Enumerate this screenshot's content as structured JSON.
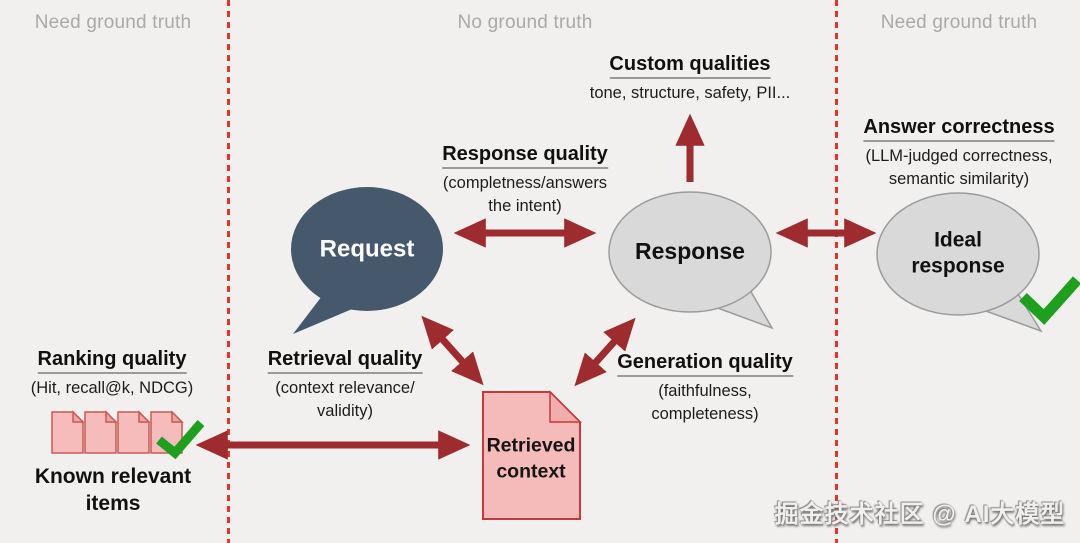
{
  "zones": {
    "left": "Need ground truth",
    "middle": "No ground truth",
    "right": "Need ground truth"
  },
  "nodes": {
    "request": {
      "label": "Request"
    },
    "response": {
      "label": "Response"
    },
    "ideal_response": {
      "line1": "Ideal",
      "line2": "response"
    },
    "retrieved_context": {
      "line1": "Retrieved",
      "line2": "context"
    },
    "known_relevant_items": {
      "line1": "Known relevant",
      "line2": "items"
    }
  },
  "qualities": {
    "custom": {
      "title": "Custom qualities",
      "line1": "tone, structure, safety, PII..."
    },
    "response_quality": {
      "title": "Response quality",
      "line1": "(completness/answers",
      "line2": "the intent)"
    },
    "answer_correctness": {
      "title": "Answer correctness",
      "line1": "(LLM-judged correctness,",
      "line2": "semantic similarity)"
    },
    "ranking": {
      "title": "Ranking quality",
      "line1": "(Hit, recall@k, NDCG)"
    },
    "retrieval": {
      "title": "Retrieval quality",
      "line1": "(context relevance/",
      "line2": "validity)"
    },
    "generation": {
      "title": "Generation quality",
      "line1": "(faithfulness,",
      "line2": "completeness)"
    }
  },
  "watermark": "掘金技术社区 @ AI大模型",
  "colors": {
    "background": "#f1f0ee",
    "divider_red": "#e2362a",
    "arrow_dark_red": "#9e2b2e",
    "request_bubble": "#46586c",
    "gray_bubble": "#d9d9d9",
    "gray_bubble_border": "#9b9b9b",
    "doc_pink": "#f6bcbc",
    "doc_pink_border": "#c75a54",
    "retrieved_doc_border": "#c23b3b",
    "check_green": "#1ea01e",
    "zone_label_gray": "#a9a9a9"
  }
}
